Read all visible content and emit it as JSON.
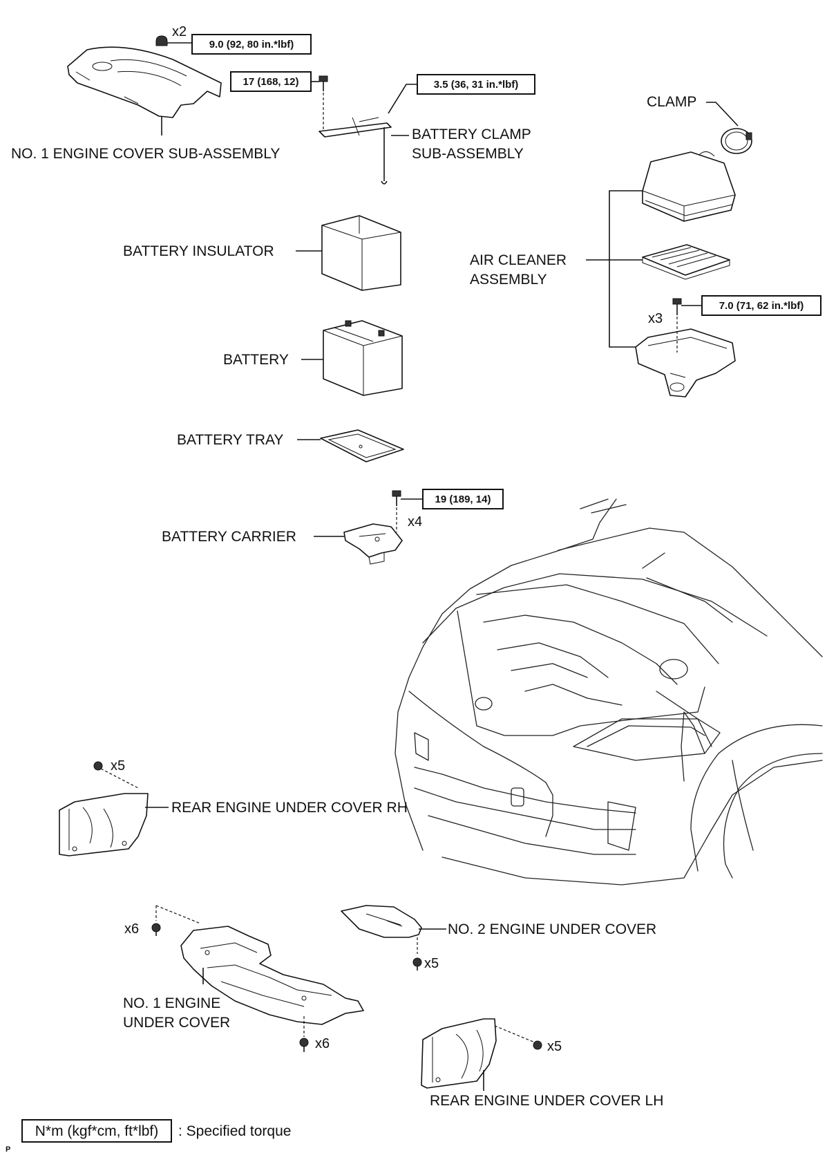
{
  "labels": {
    "engine_cover": "NO. 1 ENGINE COVER SUB-ASSEMBLY",
    "battery_clamp_1": "BATTERY CLAMP",
    "battery_clamp_2": "SUB-ASSEMBLY",
    "clamp": "CLAMP",
    "battery_insulator": "BATTERY INSULATOR",
    "air_cleaner_1": "AIR CLEANER",
    "air_cleaner_2": "ASSEMBLY",
    "battery": "BATTERY",
    "battery_tray": "BATTERY TRAY",
    "battery_carrier": "BATTERY CARRIER",
    "rear_cover_rh": "REAR ENGINE UNDER COVER RH",
    "no2_under_cover": "NO. 2 ENGINE UNDER COVER",
    "no1_under_cover_1": "NO. 1 ENGINE",
    "no1_under_cover_2": "UNDER COVER",
    "rear_cover_lh": "REAR ENGINE UNDER COVER LH"
  },
  "torques": {
    "engine_cover": "9.0 (92, 80 in.*lbf)",
    "battery_clamp_bolt": "17 (168, 12)",
    "battery_clamp_nut": "3.5 (36, 31 in.*lbf)",
    "air_cleaner": "7.0 (71, 62 in.*lbf)",
    "battery_carrier": "19 (189, 14)"
  },
  "quantities": {
    "engine_cover_nuts": "x2",
    "air_cleaner_bolts": "x3",
    "carrier_bolts": "x4",
    "rear_rh_clips": "x5",
    "no1_front_bolts": "x6",
    "no2_screws": "x5",
    "no1_rear_bolts": "x6",
    "rear_lh_clips": "x5"
  },
  "legend": {
    "unit_box": "N*m (kgf*cm, ft*lbf)",
    "description": ": Specified torque"
  },
  "footer_code": "P"
}
